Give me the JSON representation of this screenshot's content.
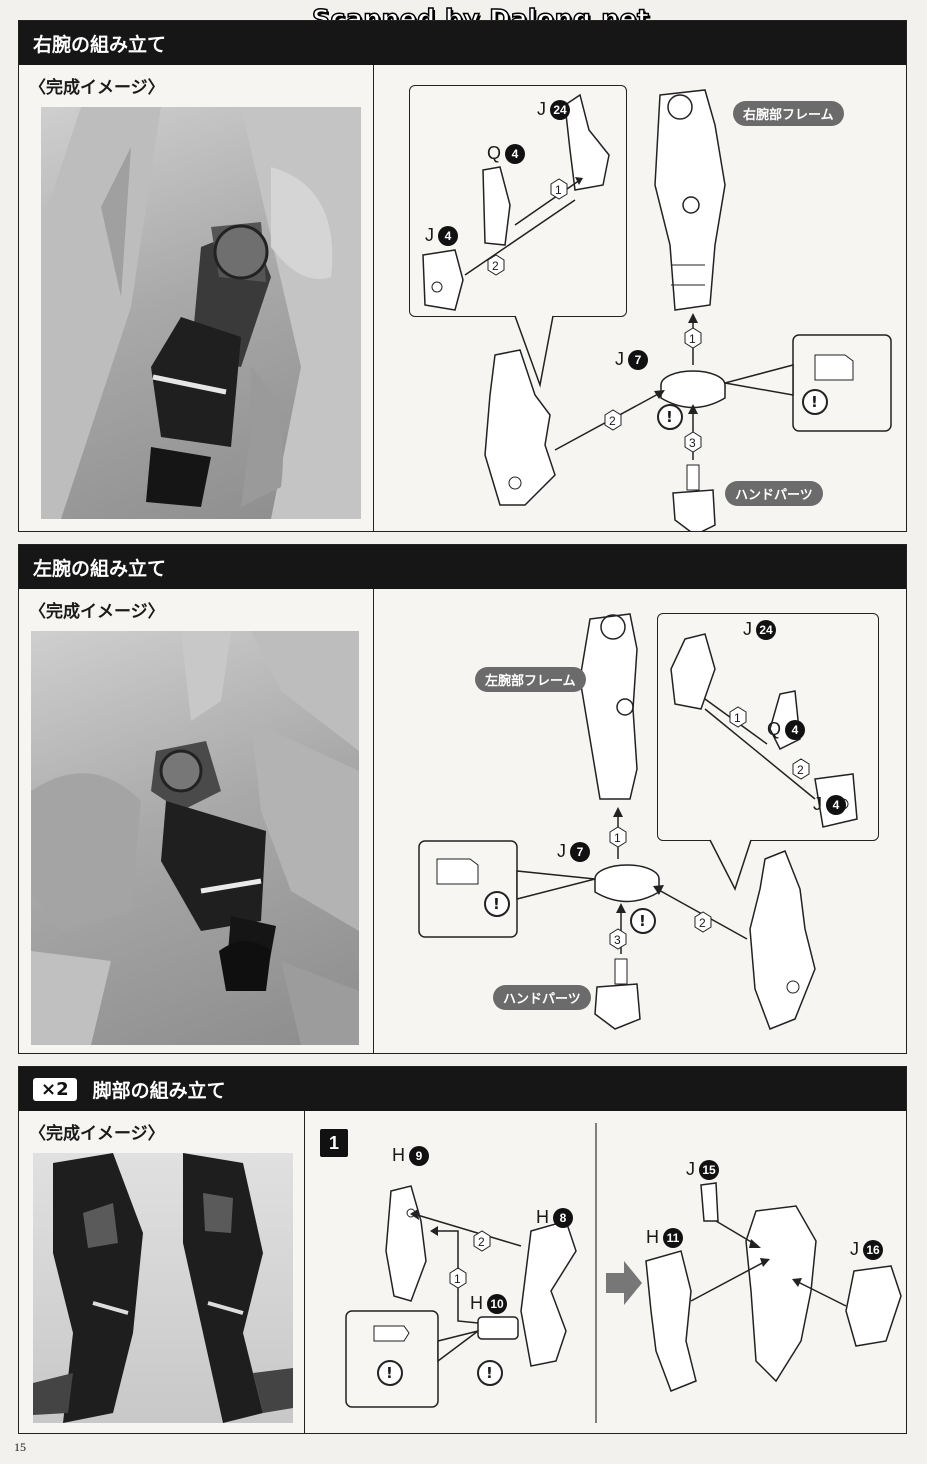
{
  "watermark": "Scanned by Dalong.net",
  "right_arm": {
    "title": "右腕の組み立て",
    "image_label": "〈完成イメージ〉",
    "frame_label": "右腕部フレーム",
    "hand_label": "ハンドパーツ",
    "parts": [
      {
        "letter": "J",
        "num": "24"
      },
      {
        "letter": "Q",
        "num": "4"
      },
      {
        "letter": "J",
        "num": "4"
      },
      {
        "letter": "J",
        "num": "7"
      }
    ],
    "steps": [
      "1",
      "2",
      "1",
      "2",
      "3"
    ],
    "caution": "!"
  },
  "left_arm": {
    "title": "左腕の組み立て",
    "image_label": "〈完成イメージ〉",
    "frame_label": "左腕部フレーム",
    "hand_label": "ハンドパーツ",
    "parts": [
      {
        "letter": "J",
        "num": "24"
      },
      {
        "letter": "Q",
        "num": "4"
      },
      {
        "letter": "J",
        "num": "4"
      },
      {
        "letter": "J",
        "num": "7"
      }
    ],
    "steps": [
      "1",
      "2",
      "1",
      "2",
      "3"
    ],
    "caution": "!"
  },
  "legs": {
    "badge": "×2",
    "title": "脚部の組み立て",
    "image_label": "〈完成イメージ〉",
    "step_number": "1",
    "parts": [
      {
        "letter": "H",
        "num": "9"
      },
      {
        "letter": "H",
        "num": "8"
      },
      {
        "letter": "H",
        "num": "10"
      },
      {
        "letter": "J",
        "num": "15"
      },
      {
        "letter": "H",
        "num": "11"
      },
      {
        "letter": "J",
        "num": "16"
      }
    ],
    "steps": [
      "2",
      "1"
    ],
    "caution": "!"
  },
  "page_number": "15"
}
